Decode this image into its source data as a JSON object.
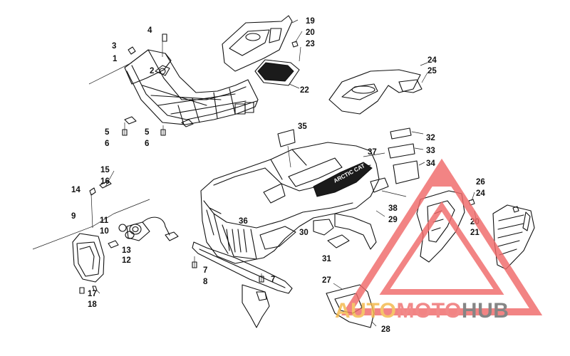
{
  "callouts": [
    {
      "id": "c1",
      "text": "1"
    },
    {
      "id": "c2",
      "text": "2"
    },
    {
      "id": "c3",
      "text": "3"
    },
    {
      "id": "c4",
      "text": "4"
    },
    {
      "id": "c5a",
      "text": "5"
    },
    {
      "id": "c6a",
      "text": "6"
    },
    {
      "id": "c5b",
      "text": "5"
    },
    {
      "id": "c6b",
      "text": "6"
    },
    {
      "id": "c7a",
      "text": "7"
    },
    {
      "id": "c8",
      "text": "8"
    },
    {
      "id": "c7b",
      "text": "7"
    },
    {
      "id": "c9",
      "text": "9"
    },
    {
      "id": "c10",
      "text": "10"
    },
    {
      "id": "c11",
      "text": "11"
    },
    {
      "id": "c12",
      "text": "12"
    },
    {
      "id": "c13",
      "text": "13"
    },
    {
      "id": "c14",
      "text": "14"
    },
    {
      "id": "c15",
      "text": "15"
    },
    {
      "id": "c16",
      "text": "16"
    },
    {
      "id": "c17",
      "text": "17"
    },
    {
      "id": "c18",
      "text": "18"
    },
    {
      "id": "c19",
      "text": "19"
    },
    {
      "id": "c20a",
      "text": "20"
    },
    {
      "id": "c23",
      "text": "23"
    },
    {
      "id": "c22",
      "text": "22"
    },
    {
      "id": "c24a",
      "text": "24"
    },
    {
      "id": "c25",
      "text": "25"
    },
    {
      "id": "c26",
      "text": "26"
    },
    {
      "id": "c24b",
      "text": "24"
    },
    {
      "id": "c20b",
      "text": "20"
    },
    {
      "id": "c21",
      "text": "21"
    },
    {
      "id": "c27",
      "text": "27"
    },
    {
      "id": "c28",
      "text": "28"
    },
    {
      "id": "c29",
      "text": "29"
    },
    {
      "id": "c30",
      "text": "30"
    },
    {
      "id": "c31",
      "text": "31"
    },
    {
      "id": "c32",
      "text": "32"
    },
    {
      "id": "c33",
      "text": "33"
    },
    {
      "id": "c34",
      "text": "34"
    },
    {
      "id": "c35",
      "text": "35"
    },
    {
      "id": "c36",
      "text": "36"
    },
    {
      "id": "c37",
      "text": "37"
    },
    {
      "id": "c38",
      "text": "38"
    }
  ],
  "watermark": {
    "part1": "AUTO",
    "part2": "MOTO",
    "part3": "HUB",
    "color_part1": "#f4b84a",
    "color_part2": "#ef7070",
    "color_part3": "#6b6b6b",
    "triangle_color": "#f06a6a"
  },
  "colors": {
    "line": "#111111",
    "background": "#ffffff"
  }
}
